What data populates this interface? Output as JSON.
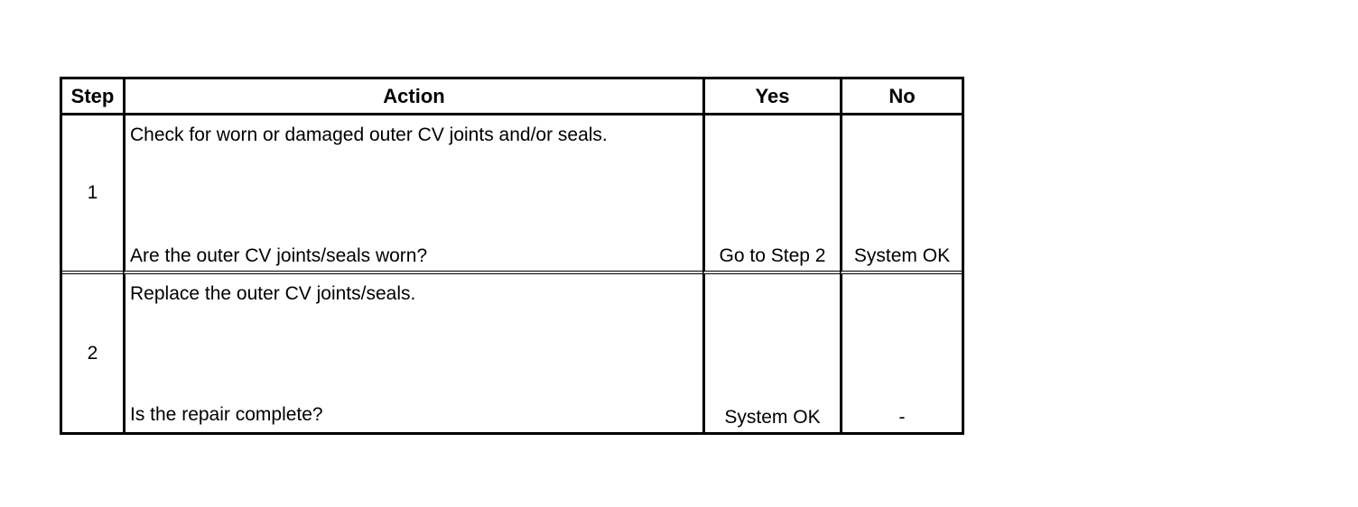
{
  "table": {
    "headers": {
      "step": "Step",
      "action": "Action",
      "yes": "Yes",
      "no": "No"
    },
    "rows": [
      {
        "step": "1",
        "action": "Check for worn or damaged outer CV joints and/or seals.",
        "question": "Are the outer CV joints/seals worn?",
        "yes": "Go to Step 2",
        "no": "System OK"
      },
      {
        "step": "2",
        "action": "Replace the outer CV joints/seals.",
        "question": "Is the repair complete?",
        "yes": "System OK",
        "no": "-"
      }
    ]
  }
}
